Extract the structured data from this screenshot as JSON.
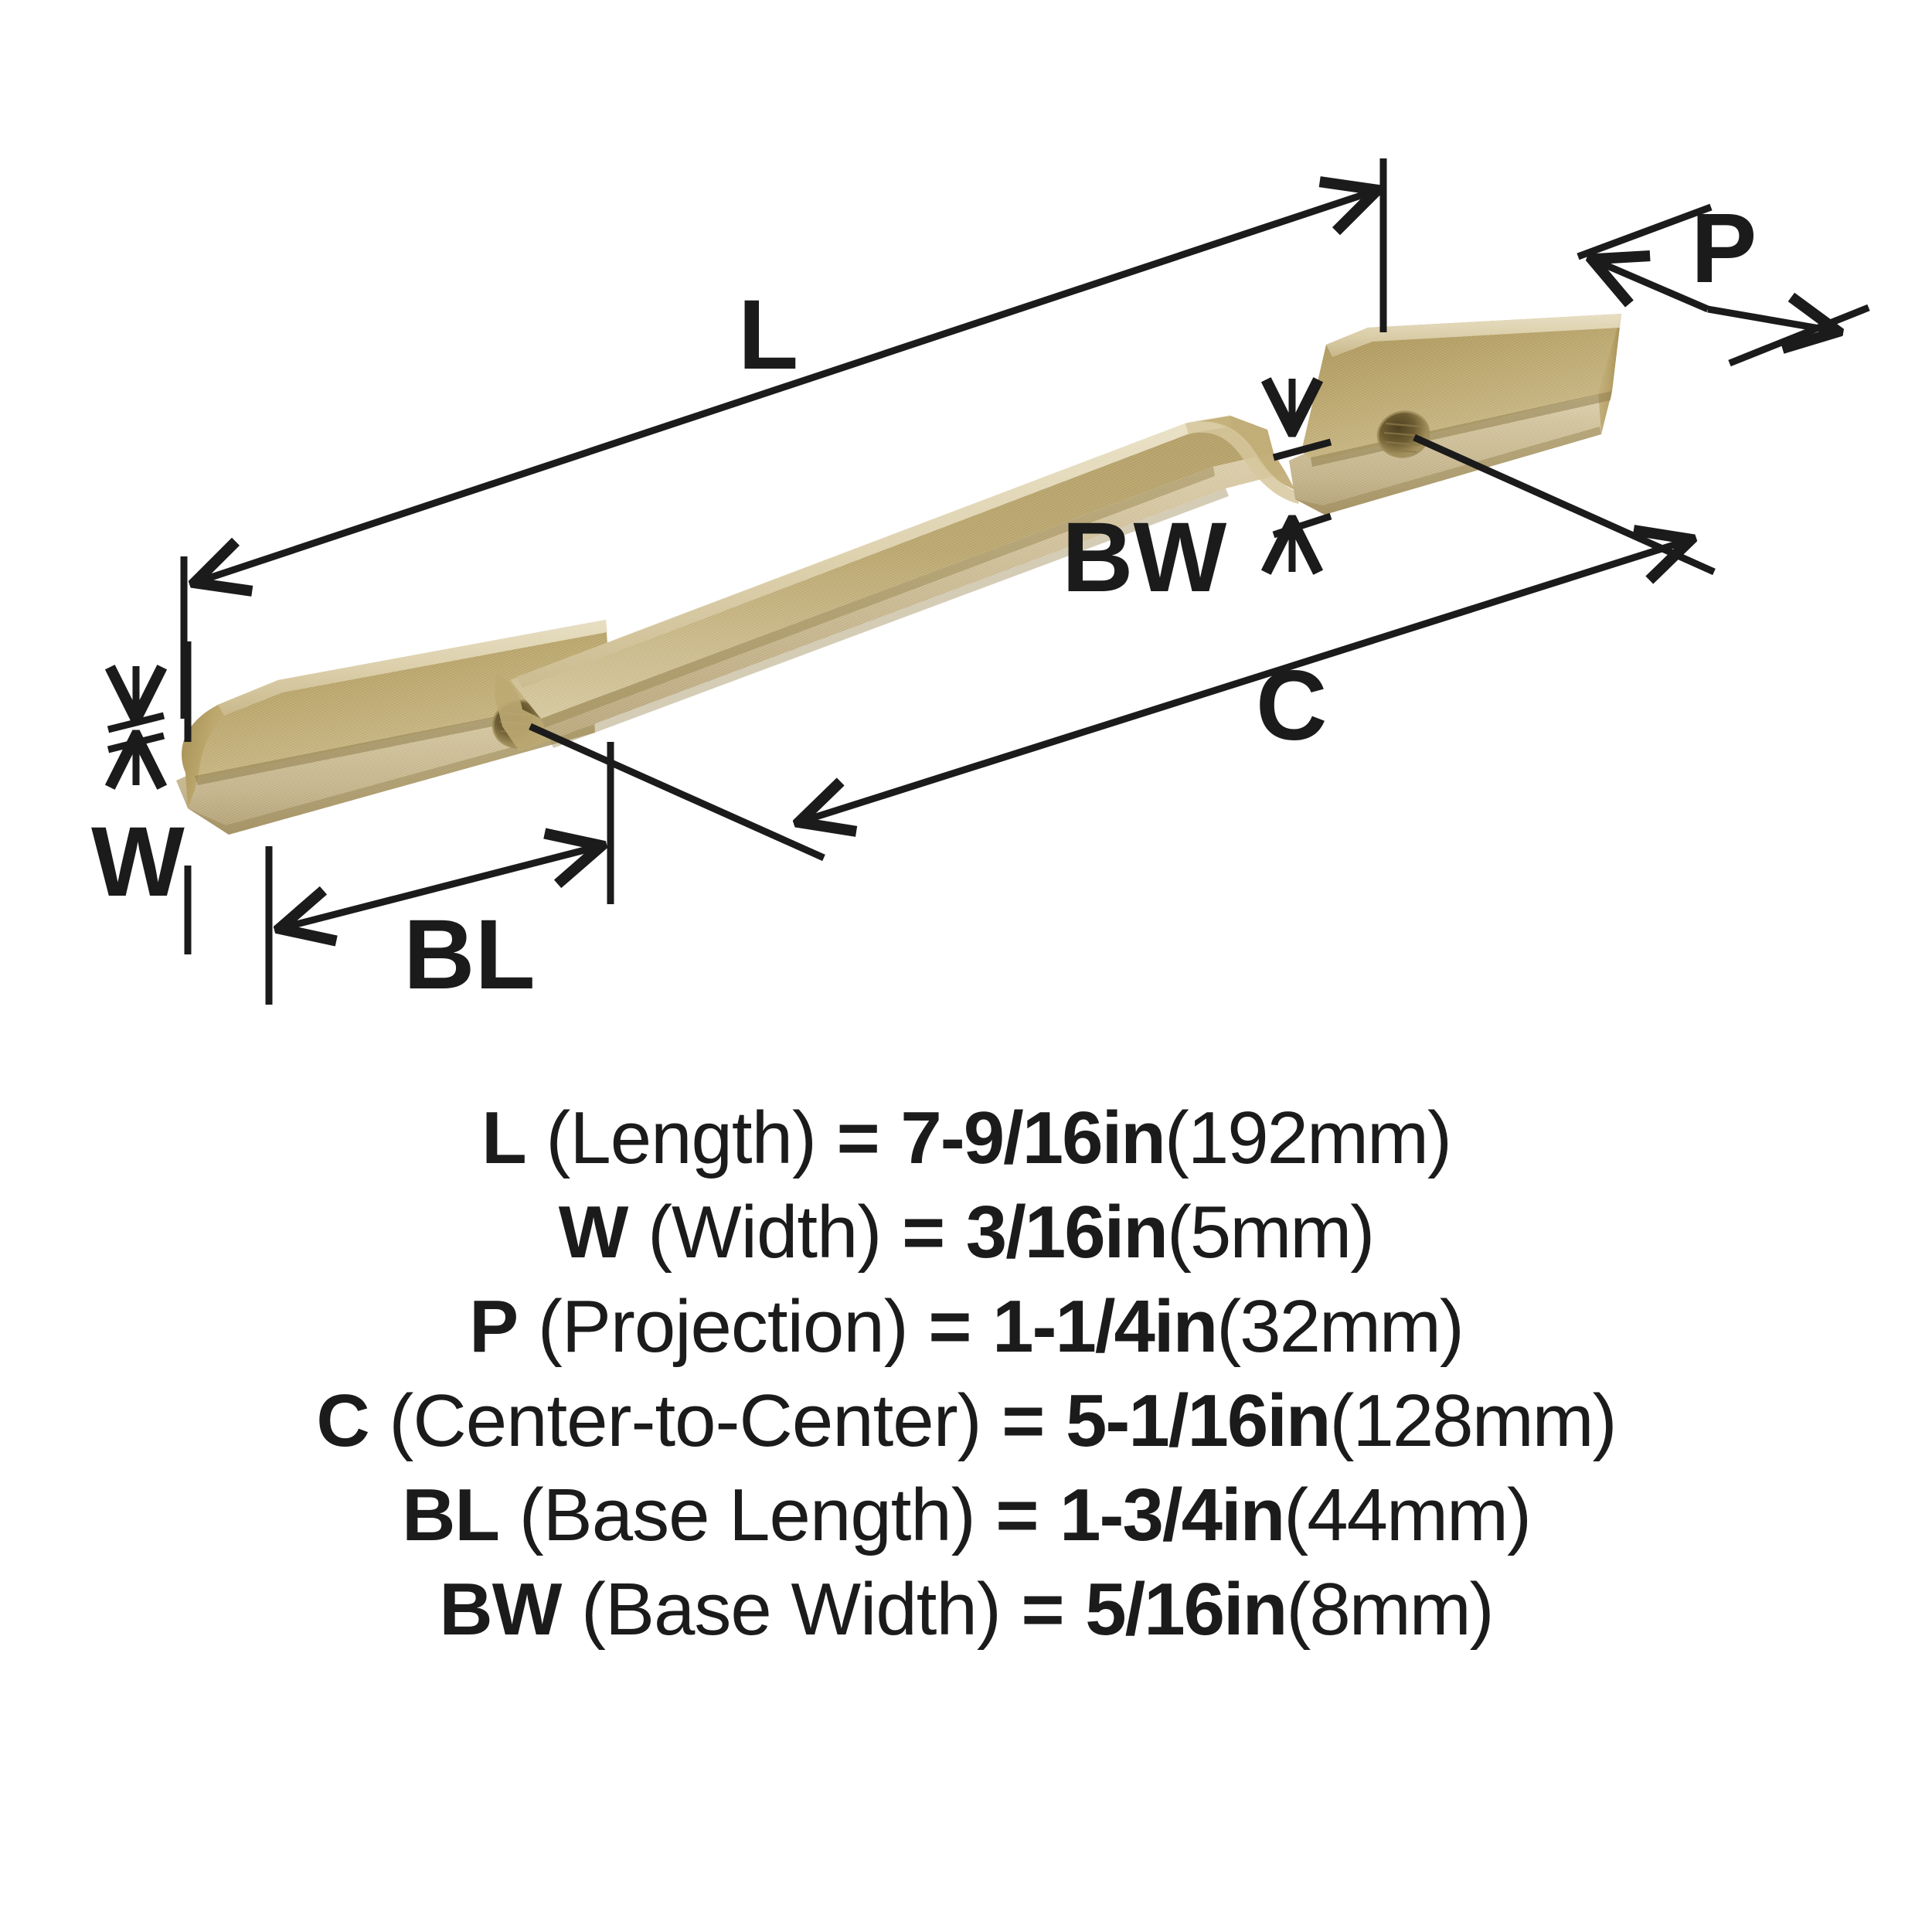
{
  "product": {
    "type": "cabinet-pull-handle",
    "finish_name": "champagne bronze",
    "finish_colors": {
      "top_face": "#b09a60",
      "top_face_light": "#c9b786",
      "front_face": "#cfc09b",
      "front_face_dark": "#b7a67d",
      "edge_highlight": "#e4dcc0",
      "shadow": "#8d7a49",
      "hole_dark": "#6a5a32"
    }
  },
  "diagram": {
    "line_color": "#1b1b1b",
    "labels": {
      "length": "L",
      "width": "W",
      "projection": "P",
      "center_to_center": "C",
      "base_length": "BL",
      "base_width": "BW"
    }
  },
  "legend": {
    "rows": [
      {
        "abbr": "L",
        "name": " (Length)",
        "eq": " = ",
        "value_in": "7-9/16in",
        "value_mm": "(192mm)"
      },
      {
        "abbr": "W",
        "name": " (Width)",
        "eq": " = ",
        "value_in": "3/16in",
        "value_mm": "(5mm)"
      },
      {
        "abbr": "P",
        "name": " (Projection)",
        "eq": " = ",
        "value_in": "1-1/4in",
        "value_mm": "(32mm)"
      },
      {
        "abbr": "C",
        "name": " (Center-to-Center)",
        "eq": " = ",
        "value_in": "5-1/16in",
        "value_mm": "(128mm)"
      },
      {
        "abbr": "BL",
        "name": " (Base Length)",
        "eq": " = ",
        "value_in": "1-3/4in",
        "value_mm": "(44mm)"
      },
      {
        "abbr": "BW",
        "name": " (Base Width)",
        "eq": " = ",
        "value_in": "5/16in",
        "value_mm": "(8mm)"
      }
    ]
  }
}
